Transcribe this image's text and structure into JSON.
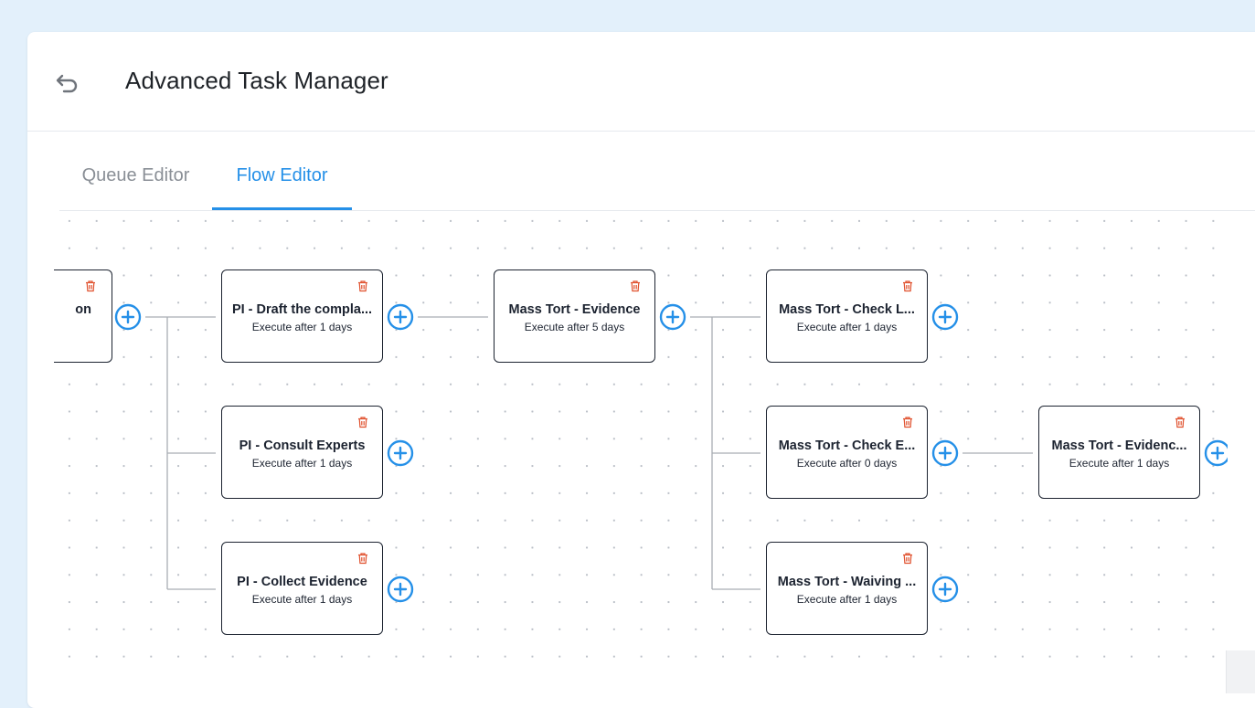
{
  "header": {
    "title": "Advanced Task Manager"
  },
  "tabs": [
    {
      "label": "Queue Editor",
      "active": false
    },
    {
      "label": "Flow Editor",
      "active": true
    }
  ],
  "colors": {
    "accent": "#2590e8",
    "delete": "#e0502d",
    "node_border": "#1c2330",
    "edge": "#a9adb3"
  },
  "icons": {
    "back": "return-arrow-icon",
    "delete": "trash-icon",
    "add": "plus-circle-icon"
  },
  "flow": {
    "nodes": [
      {
        "title": "on",
        "subtitle": ""
      },
      {
        "title": "PI - Draft the compla...",
        "subtitle": "Execute after 1 days"
      },
      {
        "title": "PI - Consult Experts",
        "subtitle": "Execute after 1 days"
      },
      {
        "title": "PI - Collect Evidence",
        "subtitle": "Execute after 1 days"
      },
      {
        "title": "Mass Tort - Evidence",
        "subtitle": "Execute after 5 days"
      },
      {
        "title": "Mass Tort - Check L...",
        "subtitle": "Execute after 1 days"
      },
      {
        "title": "Mass Tort - Check E...",
        "subtitle": "Execute after 0 days"
      },
      {
        "title": "Mass Tort - Waiving ...",
        "subtitle": "Execute after 1 days"
      },
      {
        "title": "Mass Tort - Evidenc...",
        "subtitle": "Execute after 1 days"
      }
    ]
  }
}
